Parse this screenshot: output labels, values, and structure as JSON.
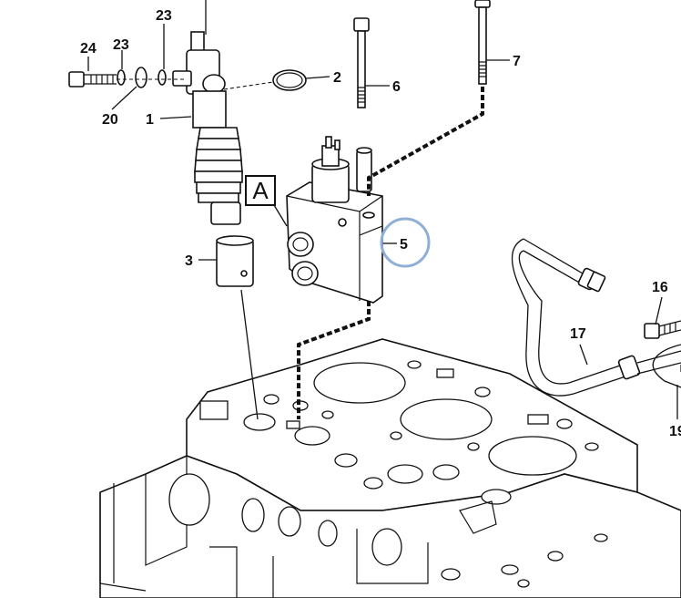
{
  "callouts": {
    "c24": "24",
    "c23a": "23",
    "c23b": "23",
    "c20": "20",
    "c1": "1",
    "c2": "2",
    "c3": "3",
    "c6": "6",
    "c7": "7",
    "c5": "5",
    "c16": "16",
    "c17": "17",
    "c19": "19"
  },
  "view_label": "A",
  "colors": {
    "line": "#111111",
    "highlight_ring": "#8fb0d6"
  }
}
